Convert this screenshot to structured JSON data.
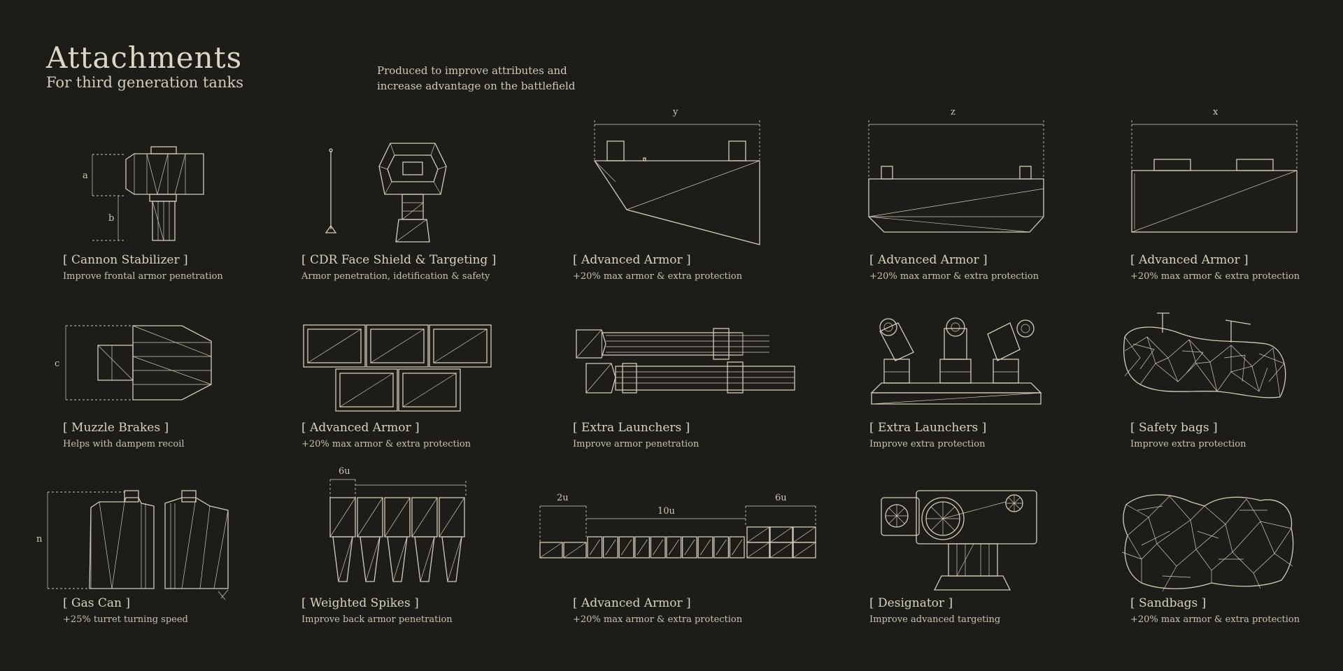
{
  "header": {
    "title": "Attachments",
    "subtitle": "For third generation tanks",
    "intro_line1": "Produced to improve attributes and",
    "intro_line2": "increase advantage on the battlefield"
  },
  "items": [
    {
      "name": "[ Cannon Stabilizer ]",
      "desc": "Improve frontal armor penetration"
    },
    {
      "name": "[ CDR Face Shield & Targeting ]",
      "desc": "Armor penetration, idetification & safety"
    },
    {
      "name": "[ Advanced Armor ]",
      "desc": "+20% max armor & extra protection"
    },
    {
      "name": "[ Advanced Armor ]",
      "desc": "+20% max armor & extra protection"
    },
    {
      "name": "[ Advanced Armor ]",
      "desc": "+20% max armor & extra protection"
    },
    {
      "name": "[ Muzzle Brakes ]",
      "desc": "Helps with dampem recoil"
    },
    {
      "name": "[ Advanced Armor ]",
      "desc": "+20% max armor & extra protection"
    },
    {
      "name": "[ Extra Launchers ]",
      "desc": "Improve armor penetration"
    },
    {
      "name": "[ Extra Launchers ]",
      "desc": "Improve extra protection"
    },
    {
      "name": "[ Safety bags ]",
      "desc": "Improve extra protection"
    },
    {
      "name": "[ Gas Can ]",
      "desc": "+25% turret turning speed"
    },
    {
      "name": "[ Weighted Spikes ]",
      "desc": "Improve back armor penetration"
    },
    {
      "name": "[ Advanced Armor ]",
      "desc": "+20% max armor & extra protection"
    },
    {
      "name": "[ Designator ]",
      "desc": "Improve advanced targeting"
    },
    {
      "name": "[ Sandbags ]",
      "desc": "+20% max armor & extra protection"
    }
  ],
  "dimensions": {
    "a": "a",
    "b": "b",
    "c": "c",
    "n": "n",
    "y": "y",
    "z": "z",
    "x": "x",
    "spike_unit": "6u",
    "rail_left": "2u",
    "rail_mid": "10u",
    "rail_right": "6u"
  },
  "colors": {
    "background": "#1d1c19",
    "line": "#d4ccba",
    "text": "#d9d2c2"
  }
}
